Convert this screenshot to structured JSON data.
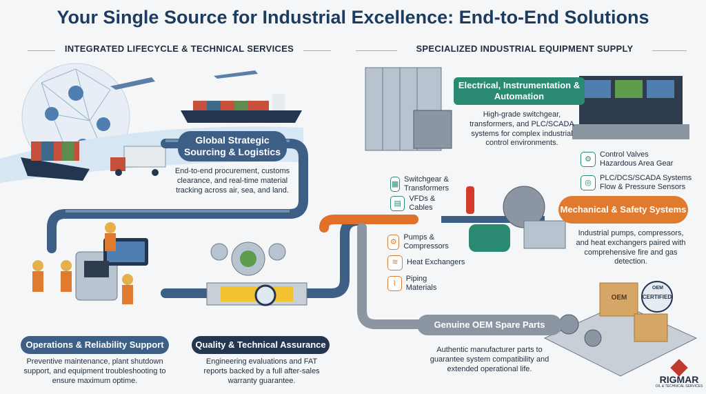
{
  "title": "Your Single Source for Industrial Excellence: End-to-End Solutions",
  "sections": {
    "left": "INTEGRATED LIFECYCLE & TECHNICAL SERVICES",
    "right": "SPECIALIZED INDUSTRIAL EQUIPMENT SUPPLY"
  },
  "sourcing": {
    "title": "Global Strategic Sourcing & Logistics",
    "desc": "End-to-end procurement, customs clearance, and real-time material tracking across air, sea, and land."
  },
  "operations": {
    "title": "Operations & Reliability Support",
    "desc": "Preventive maintenance, plant shutdown support, and equipment troubleshooting to ensure maximum optime."
  },
  "quality": {
    "title": "Quality & Technical Assurance",
    "desc": "Engineering evaluations and FAT reports backed by a full after-sales warranty guarantee."
  },
  "electrical": {
    "title": "Electrical, Instrumentation & Automation",
    "desc": "High-grade switchgear, transformers, and PLC/SCADA systems for complex industrial control environments.",
    "items": [
      "Switchgear & Transformers",
      "VFDs & Cables"
    ],
    "right_items": [
      "Control Valves",
      "Hazardous Area Gear",
      "PLC/DCS/SCADA Systems",
      "Flow & Pressure Sensors"
    ]
  },
  "mechanical": {
    "title": "Mechanical & Safety Systems",
    "desc": "Industrial pumps, compressors, and heat exchangers paired with comprehensive fire and gas detection.",
    "items": [
      "Pumps & Compressors",
      "Heat Exchangers",
      "Piping Materials"
    ]
  },
  "oem": {
    "title": "Genuine OEM Spare Parts",
    "desc": "Authentic manufacturer parts to guarantee system compatibility and extended operational life.",
    "stamp_top": "OEM",
    "stamp": "CERTIFIED",
    "box_label": "OEM"
  },
  "logo": {
    "name": "RIGMAR",
    "tagline": "OIL & TECHNICAL SERVICES"
  },
  "colors": {
    "navy": "#1d3a5f",
    "teal": "#2a8a72",
    "orange": "#e07a2e",
    "gray": "#8c96a3",
    "pipe_blue": "#3d5f86",
    "pipe_orange": "#e0702a"
  }
}
